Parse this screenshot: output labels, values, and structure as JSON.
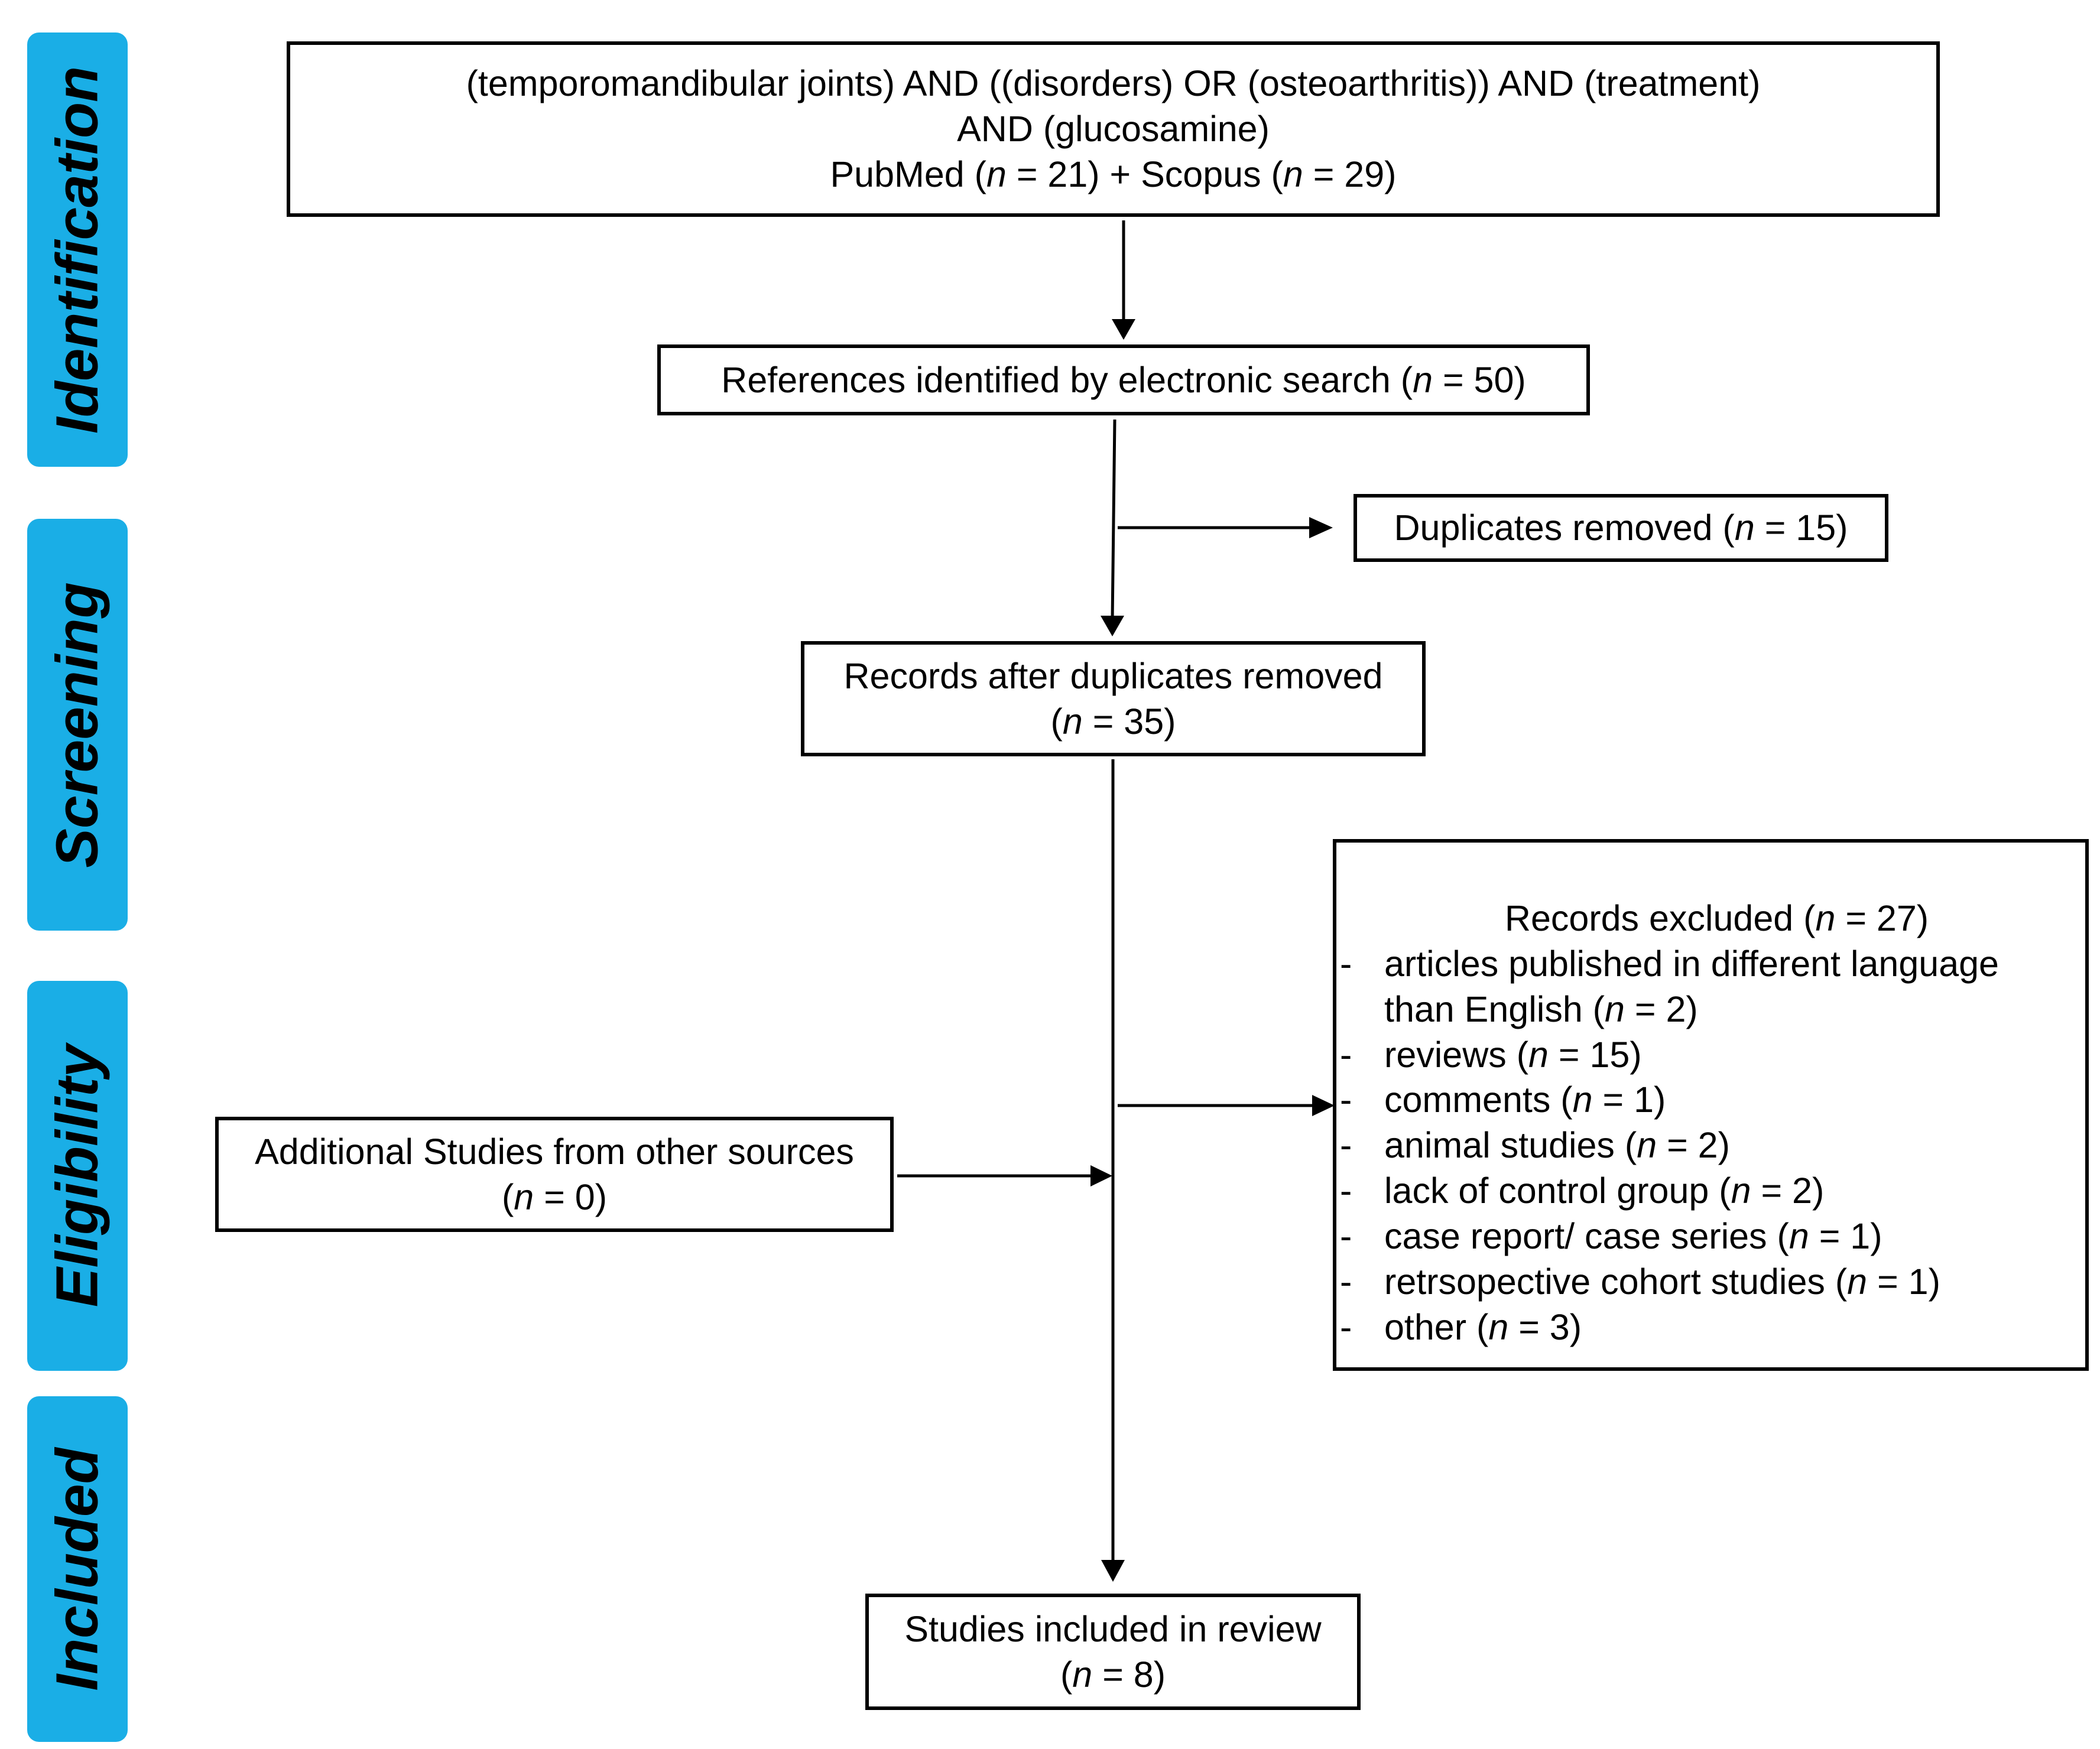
{
  "stages": [
    {
      "label": "Identification"
    },
    {
      "label": "Screening"
    },
    {
      "label": "Eligibility"
    },
    {
      "label": "Included"
    }
  ],
  "search_query": {
    "line1": "(temporomandibular joints) AND ((disorders) OR (osteoarthritis)) AND (treatment)",
    "line2": "AND (glucosamine)",
    "pubmed_label": "PubMed (",
    "scopus_label": ") + Scopus (",
    "n_pubmed": "= 21",
    "n_scopus": "= 29"
  },
  "identified": {
    "label": "References identified by electronic search (",
    "n": "= 50"
  },
  "duplicates": {
    "label": "Duplicates removed (",
    "n": "= 15"
  },
  "after_duplicates": {
    "label": "Records after duplicates removed",
    "n": "= 35"
  },
  "additional": {
    "label": "Additional Studies from other sources",
    "n": "= 0"
  },
  "excluded": {
    "label": "Records excluded (",
    "n": "= 27",
    "dash": "-",
    "reasons": [
      {
        "label": "articles published in different language than English (",
        "n": "= 2"
      },
      {
        "label": "reviews (",
        "n": "= 15"
      },
      {
        "label": "comments (",
        "n": "= 1"
      },
      {
        "label": "animal studies (",
        "n": "= 2"
      },
      {
        "label": "lack of control group (",
        "n": "= 2"
      },
      {
        "label": "case report/ case series (",
        "n": "= 1"
      },
      {
        "label": "retrsopective cohort studies (",
        "n": "= 1"
      },
      {
        "label": "other (",
        "n": "= 3"
      }
    ]
  },
  "included": {
    "label": "Studies included in review",
    "n": "= 8"
  },
  "n_symbol": "n",
  "close_paren": ")",
  "open_paren": "("
}
